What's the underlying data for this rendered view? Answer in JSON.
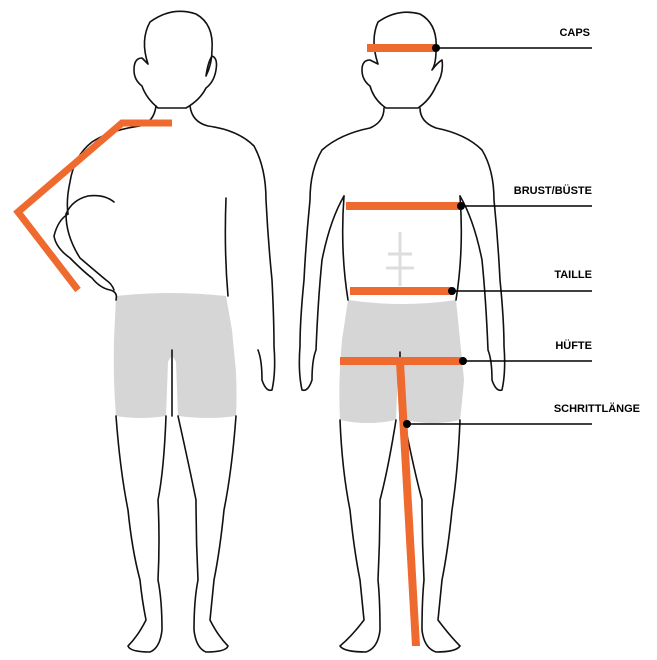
{
  "colors": {
    "measure": "#ef6a2e",
    "outline": "#111111",
    "shorts": "#d6d6d6",
    "leader": "#000000"
  },
  "labels": {
    "caps": "CAPS",
    "chest": "BRUST/BÜSTE",
    "waist": "TAILLE",
    "hip": "HÜFTE",
    "inseam": "SCHRITTLÄNGE"
  }
}
